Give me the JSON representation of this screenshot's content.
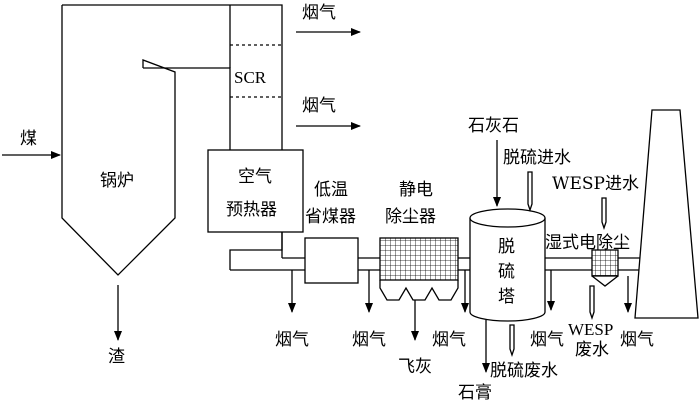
{
  "labels": {
    "coal": "煤",
    "boiler": "锅炉",
    "slag": "渣",
    "flue_gas_top": "烟气",
    "scr": "SCR",
    "flue_gas_mid": "烟气",
    "air_preheater_l1": "空气",
    "air_preheater_l2": "预热器",
    "low_temp_economizer_l1": "低温",
    "low_temp_economizer_l2": "省煤器",
    "esp_l1": "静电",
    "esp_l2": "除尘器",
    "limestone": "石灰石",
    "desulf_inlet_water": "脱硫进水",
    "tower_l1": "脱",
    "tower_l2": "硫",
    "tower_l3": "塔",
    "wesp_inlet_water": "WESP进水",
    "wet_esp": "湿式电除尘",
    "flue_gas_b1": "烟气",
    "flue_gas_b2": "烟气",
    "fly_ash": "飞灰",
    "flue_gas_b3": "烟气",
    "gypsum": "石膏",
    "desulf_wastewater": "脱硫废水",
    "flue_gas_b4": "烟气",
    "wesp_wastewater_l1": "WESP",
    "wesp_wastewater_l2": "废水",
    "flue_gas_b5": "烟气"
  }
}
